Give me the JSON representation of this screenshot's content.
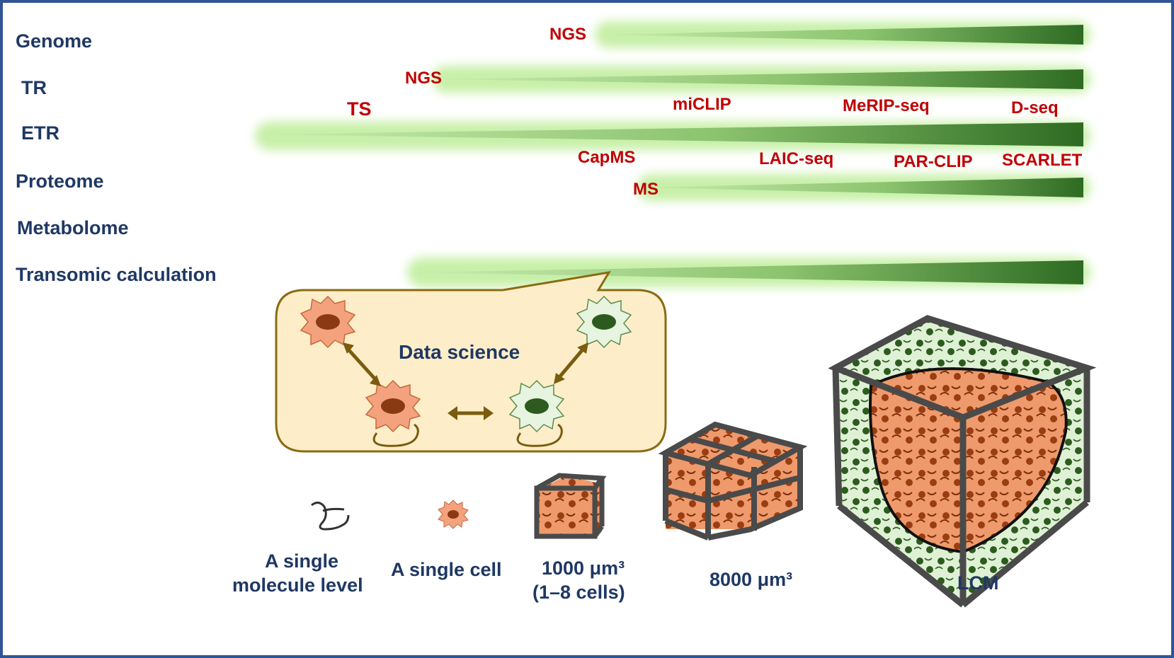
{
  "colors": {
    "frame": "#2f5597",
    "row_label": "#1f3864",
    "method_label": "#c00000",
    "bar_dark": "#2e6b22",
    "bar_light": "#a9d88f",
    "glow": "#c8f0a8",
    "bubble_fill": "#fdeec9",
    "bubble_stroke": "#8c6a12",
    "arrow": "#7a5c0f",
    "cell_orange": "#f4a27e",
    "cell_orange_nucleus": "#8a3a12",
    "cell_green": "#e6f4e0",
    "cell_green_nucleus": "#2d5a1e",
    "cube_frame": "#4a4a4a",
    "tissue_orange": "#ef9a6c",
    "tissue_green": "#d8efcf"
  },
  "rows": [
    {
      "id": "genome",
      "label": "Genome"
    },
    {
      "id": "tr",
      "label": "TR"
    },
    {
      "id": "etr",
      "label": "ETR"
    },
    {
      "id": "proteome",
      "label": "Proteome"
    },
    {
      "id": "metabolome",
      "label": "Metabolome"
    },
    {
      "id": "transomic",
      "label": "Transomic calculation"
    }
  ],
  "methods": {
    "ngs_genome": "NGS",
    "ngs_tr": "NGS",
    "ts": "TS",
    "miclip": "miCLIP",
    "merip": "MeRIP-seq",
    "dseq": "D-seq",
    "capms": "CapMS",
    "laic": "LAIC-seq",
    "parclip": "PAR-CLIP",
    "scarlet": "SCARLET",
    "ms": "MS"
  },
  "bubble": {
    "title": "Data  science"
  },
  "scale": {
    "molecule_line1": "A single",
    "molecule_line2": "molecule level",
    "cell": "A single cell",
    "cube1000_line1": "1000 μm³",
    "cube1000_line2": "(1–8 cells)",
    "cube8000": "8000 μm³",
    "lcm": "LCM"
  }
}
